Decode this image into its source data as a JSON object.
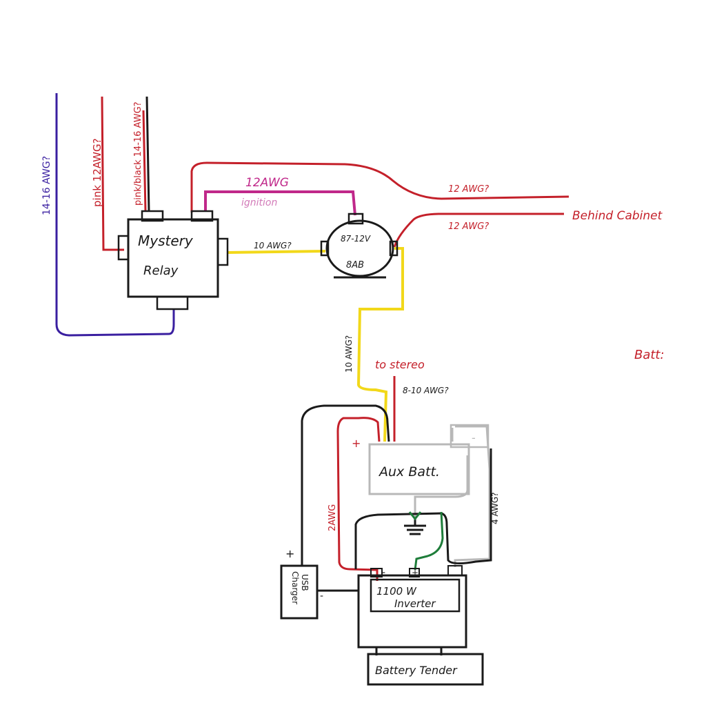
{
  "colors": {
    "ink": "#1a1a1a",
    "purple": "#3a1fa0",
    "red": "#c4202a",
    "magenta": "#c0288a",
    "yellow": "#f2d81a",
    "gray": "#b8b8b8",
    "green": "#1e7d3a",
    "paper": "#ffffff"
  },
  "labels": {
    "purple_wire": "14-16 AWG?",
    "pink_wire": "pink 12AWG?",
    "pink_black_wire": "pink/black 14-16 AWG?",
    "mystery_relay_line1": "Mystery",
    "mystery_relay_line2": "Relay",
    "magenta_gauge": "12AWG",
    "magenta_purpose": "ignition",
    "yellow_top": "10 AWG?",
    "solenoid_line1": "87-12V",
    "solenoid_line2": "8AB",
    "upper_red": "12 AWG?",
    "lower_red": "12 AWG?",
    "behind_cabinet": "Behind Cabinet",
    "batt": "Batt:",
    "yellow_vertical": "10 AWG?",
    "to_stereo": "to stereo",
    "stereo_gauge": "8-10 AWG?",
    "aux_batt": "Aux Batt.",
    "plus_aux": "+",
    "minus_aux": "-",
    "red_2awg": "2AWG",
    "gray_4awg": "4 AWG?",
    "usb_charger_line1": "USB",
    "usb_charger_line2": "Charger",
    "plus_usb": "+",
    "minus_usb": "-",
    "inverter_line1": "1100 W",
    "inverter_line2": "Inverter",
    "inv_minus": "-",
    "inv_plus": "+",
    "battery_tender": "Battery Tender"
  }
}
